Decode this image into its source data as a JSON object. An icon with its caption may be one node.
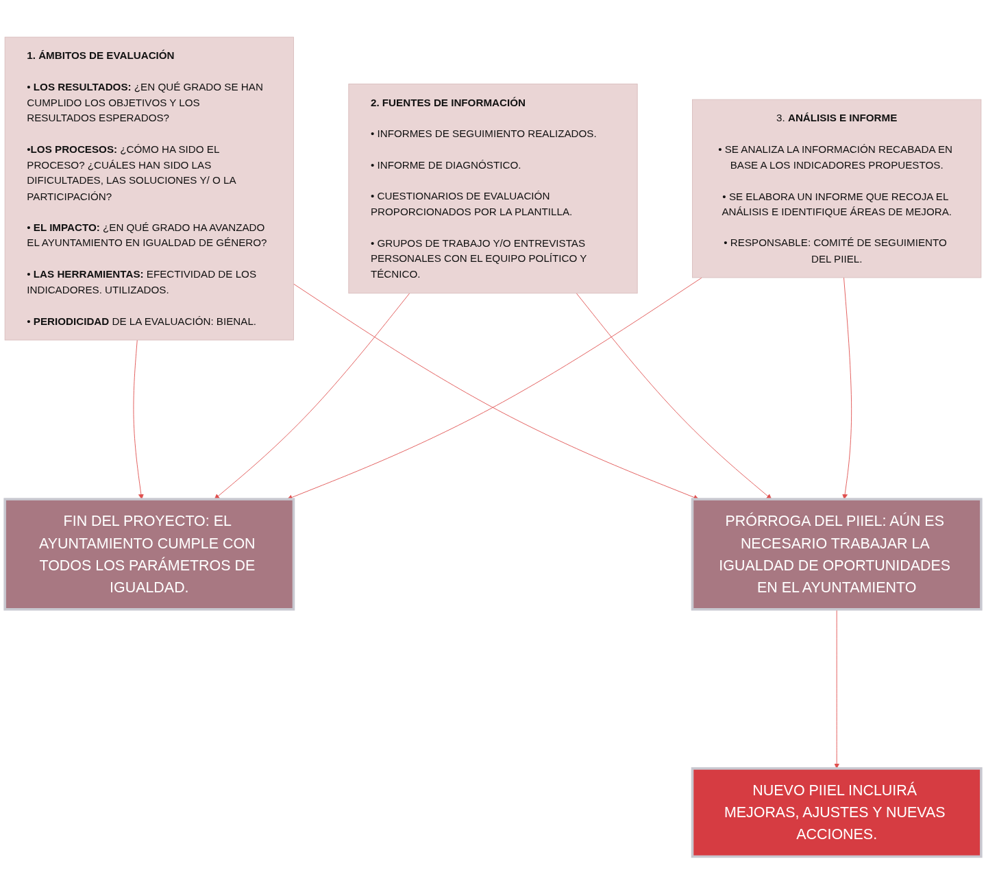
{
  "diagram": {
    "nodes": [
      {
        "text": [
          "**1. ÁMBITOS DE EVALUACIÓN**",
          "• **LOS RESULTADOS:** ¿EN QUÉ GRADO SE HAN CUMPLIDO LOS OBJETIVOS Y LOS RESULTADOS ESPERADOS?",
          "•**LOS PROCESOS:** ¿CÓMO HA SIDO EL PROCESO? ¿CUÁLES HAN SIDO LAS DIFICULTADES, LAS SOLUCIONES Y/ O LA PARTICIPACIÓN?",
          "• **EL IMPACTO:** ¿EN QUÉ GRADO HA AVANZADO EL AYUNTAMIENTO EN IGUALDAD DE GÉNERO?",
          "• **LAS HERRAMIENTAS:** EFECTIVIDAD DE LOS INDICADORES. UTILIZADOS.",
          "• **PERIODICIDAD** DE LA EVALUACIÓN: BIENAL."
        ]
      },
      {
        "text": [
          "**2. FUENTES DE INFORMACIÓN**",
          "• INFORMES DE SEGUIMIENTO REALIZADOS.",
          "• INFORME DE DIAGNÓSTICO.",
          "• CUESTIONARIOS DE EVALUACIÓN PROPORCIONADOS POR LA PLANTILLA.",
          "• GRUPOS DE TRABAJO Y/O ENTREVISTAS PERSONALES CON EL EQUIPO POLÍTICO Y TÉCNICO."
        ]
      },
      {
        "text": [
          "3. **ANÁLISIS E INFORME**",
          "• SE ANALIZA LA INFORMACIÓN RECABADA EN BASE A LOS INDICADORES PROPUESTOS.",
          "• SE ELABORA UN INFORME QUE RECOJA EL ANÁLISIS E IDENTIFIQUE ÁREAS DE MEJORA.",
          "• RESPONSABLE: COMITÉ DE SEGUIMIENTO DEL PIIEL."
        ]
      },
      {
        "text": [
          "FIN DEL PROYECTO: EL AYUNTAMIENTO CUMPLE CON TODOS LOS PARÁMETROS DE IGUALDAD."
        ]
      },
      {
        "text": [
          "PRÓRROGA DEL PIIEL: AÚN ES NECESARIO TRABAJAR LA IGUALDAD DE OPORTUNIDADES EN EL AYUNTAMIENTO"
        ]
      },
      {
        "text": [
          "NUEVO PIIEL INCLUIRÁ MEJORAS, AJUSTES Y NUEVAS ACCIONES."
        ]
      }
    ],
    "edges": [
      {
        "from": 0,
        "to": 3,
        "arrow": "to"
      },
      {
        "from": 1,
        "to": 3,
        "arrow": "to"
      },
      {
        "from": 2,
        "to": 3,
        "arrow": "to"
      },
      {
        "from": 0,
        "to": 4,
        "arrow": "to"
      },
      {
        "from": 1,
        "to": 4,
        "arrow": "to"
      },
      {
        "from": 2,
        "to": 4,
        "arrow": "to"
      },
      {
        "from": 4,
        "to": 5,
        "arrow": "to"
      }
    ]
  }
}
